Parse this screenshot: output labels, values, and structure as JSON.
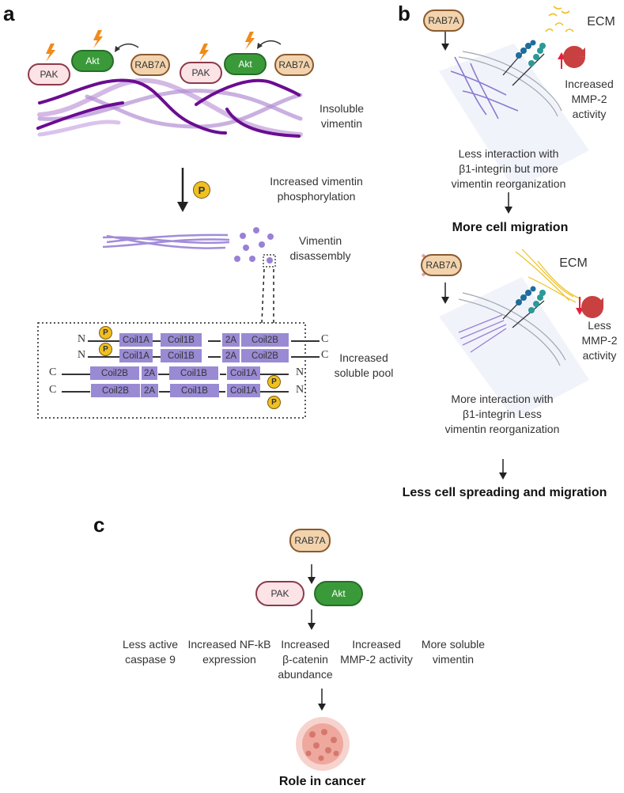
{
  "panel_labels": {
    "a": "a",
    "b": "b",
    "c": "c"
  },
  "panel_a": {
    "proteins_left": {
      "pak": "PAK",
      "akt": "Akt",
      "rab7a": "RAB7A"
    },
    "proteins_right": {
      "pak": "PAK",
      "akt": "Akt",
      "rab7a": "RAB7A"
    },
    "insoluble_label": "Insoluble vimentin",
    "phospho_symbol": "P",
    "phospho_label": "Increased vimentin phosphorylation",
    "disassembly_label": "Vimentin disassembly",
    "soluble_label": "Increased soluble pool",
    "dimers": [
      {
        "left": "N",
        "right": "C",
        "segments": [
          "Coil1A",
          "Coil1B",
          "2A",
          "Coil2B"
        ]
      },
      {
        "left": "N",
        "right": "C",
        "segments": [
          "Coil1A",
          "Coil1B",
          "2A",
          "Coil2B"
        ]
      },
      {
        "left": "C",
        "right": "N",
        "segments": [
          "Coil2B",
          "2A",
          "Coil1B",
          "Coil1A"
        ]
      },
      {
        "left": "C",
        "right": "N",
        "segments": [
          "Coil2B",
          "2A",
          "Coil1B",
          "Coil1A"
        ]
      }
    ]
  },
  "panel_b": {
    "top": {
      "rab7a": "RAB7A",
      "ecm": "ECM",
      "mmp": "Increased MMP-2 activity",
      "description": "Less interaction with β1-integrin but more vimentin reorganization",
      "outcome": "More cell migration"
    },
    "bottom": {
      "rab7a": "RAB7A",
      "ecm": "ECM",
      "mmp": "Less MMP-2 activity",
      "description": "More interaction with β1-integrin Less vimentin reorganization",
      "outcome": "Less cell spreading and migration"
    }
  },
  "panel_c": {
    "rab7a": "RAB7A",
    "pak": "PAK",
    "akt": "Akt",
    "effects": [
      "Less active caspase 9",
      "Increased NF-kB expression",
      "Increased β-catenin abundance",
      "Increased MMP-2 activity",
      "More soluble vimentin"
    ],
    "outcome": "Role in cancer"
  }
}
